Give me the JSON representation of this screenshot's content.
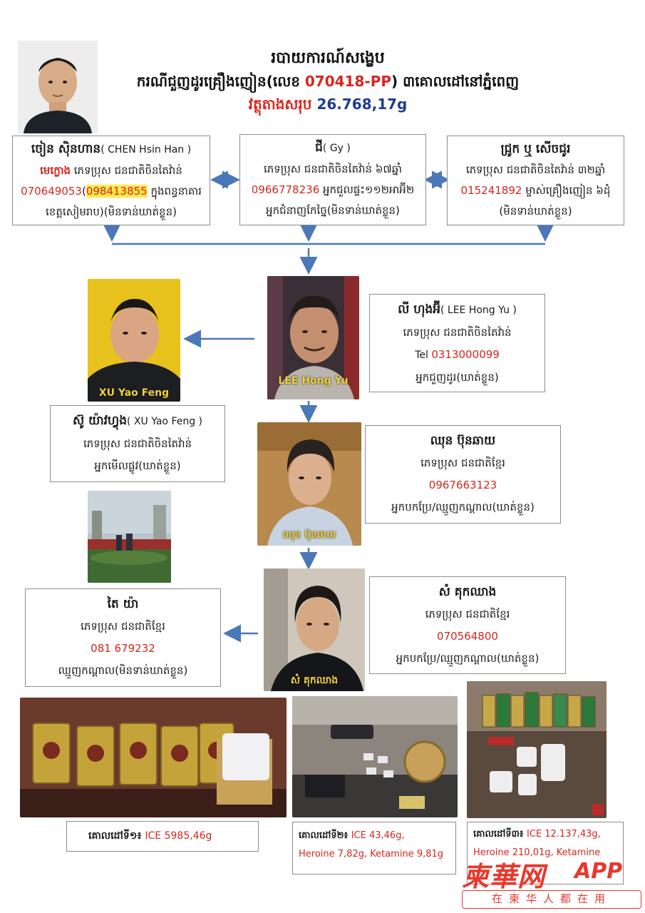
{
  "header": {
    "line1": "របាយការណ៍សង្ខេប",
    "line2_pre": "ករណីជួញដូរគ្រឿងញៀន(លេខ ",
    "line2_code": "070418-PP",
    "line2_post": ") ៣គោលដៅនៅភ្នំពេញ",
    "line3_label": "វត្ថុតាងសរុប ",
    "line3_value": "26.768,17g"
  },
  "suspects": {
    "chen": {
      "name": "ចៀន ស៊ិនហាន",
      "latin": "( CHEN Hsin Han )",
      "role_label": "មេក្លោង",
      "line1_rest": " ភេទប្រុស ជនជាតិចិនតៃវ៉ាន់",
      "phone1": "070649053",
      "phone2": "098413855",
      "line2_rest": " ក្នុងពន្ធនាគារ",
      "line3": "ខេត្តសៀមរាប)(មិនទាន់ឃាត់ខ្លួន)"
    },
    "gy": {
      "name": "ជី",
      "latin": "( Gy )",
      "line1": "ភេទប្រុស ជនជាតិចិនតៃវ៉ាន់ ៦៧ឆ្នាំ",
      "phone": "0966778236",
      "line2_rest": " អ្នកជួលផ្ទះ១១២អាអ៊ី២",
      "line3": "អ្នកជំនាញកែច្នៃ(មិនទាន់ឃាត់ខ្លួន)"
    },
    "third": {
      "name": "ជ្រូក ឬ សើចជូរ",
      "line1": "ភេទប្រុស ជនជាតិចិនតៃវ៉ាន់ ៣២ឆ្នាំ",
      "phone": "015241892",
      "line2_rest": " ម្ចាស់គ្រឿងញៀន ៦ដុំ",
      "line3": "(មិនទាន់ឃាត់ខ្លួន)"
    },
    "lee": {
      "name": "លី ហុងអ៊ី",
      "latin": "( LEE Hong Yu )",
      "line1": "ភេទប្រុស ជនជាតិចិនតៃវ៉ាន់",
      "tel_label": "Tel ",
      "phone": "0313000099",
      "line3": "អ្នកជួញដូរ(ឃាត់ខ្លួន)",
      "photo_caption": "LEE Hong Yu"
    },
    "xu": {
      "name": "ស៊ូ យ៉ាវហ្វុង",
      "latin": "( XU Yao Feng )",
      "line1": "ភេទប្រុស ជនជាតិចិនតៃវ៉ាន់",
      "line2": "អ្នកមើលផ្លូវ(ឃាត់ខ្លួន)",
      "photo_caption": "XU Yao Feng"
    },
    "chhun": {
      "name": "ឈុន ប៊ុនឆាយ",
      "line1": "ភេទប្រុស ជនជាតិខ្មែរ",
      "phone": "0967663123",
      "line3": "អ្នកបកប្រែ/ឈ្មួញកណ្ដាល(ឃាត់ខ្លួន)",
      "photo_caption": "ឈុន ប៊ុនឆាយ"
    },
    "sam": {
      "name": "សំ គុកឈាង",
      "line1": "ភេទប្រុស ជនជាតិខ្មែរ",
      "phone": "070564800",
      "line3": "អ្នកបកប្រែ/ឈ្មួញកណ្ដាល(ឃាត់ខ្លួន)",
      "photo_caption": "សំ គុកឈាង"
    },
    "tai": {
      "name": "តៃ យ៉ា",
      "line1": "ភេទប្រុស ជនជាតិខ្មែរ",
      "phone": "081 679232",
      "line3": "ឈ្មួញកណ្ដាល(មិនទាន់ឃាត់ខ្លួន)"
    }
  },
  "targets": [
    {
      "label": "គោលដៅទី១៖ ",
      "value": "ICE 5985,46g"
    },
    {
      "label": "គោលដៅទី២៖ ",
      "value": "ICE 43,46g,",
      "value2": "Heroine 7,82g, Ketamine 9,81g"
    },
    {
      "label": "គោលដៅទី៣៖ ",
      "value": "ICE 12.137,43g,",
      "value2": "Heroine 210,01g, Ketamine"
    }
  ],
  "watermark": {
    "brand": "柬華网",
    "app": "APP",
    "slogan": "在柬华人都在用"
  },
  "colors": {
    "accent_red": "#d7261e",
    "navy": "#1e3d8f",
    "arrow_blue": "#4a78b8"
  }
}
